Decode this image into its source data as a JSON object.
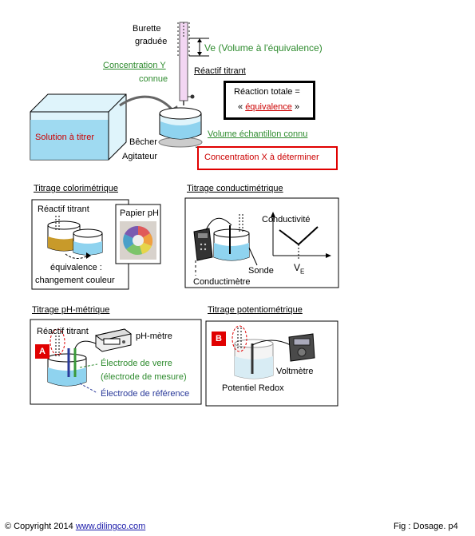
{
  "top": {
    "burette_line1": "Burette",
    "burette_line2": "graduée",
    "ve_label": "Ve (Volume à l'équivalence)",
    "concentration_y_line1": "Concentration Y",
    "concentration_y_line2": "connue",
    "reactif_titrant": "Réactif titrant",
    "reaction_line1": "Réaction totale =",
    "reaction_quote_open": "« ",
    "reaction_equivalence": "équivalence",
    "reaction_quote_close": " »",
    "solution_a_titrer": "Solution à titrer",
    "becher": "Bêcher",
    "agitateur": "Agitateur",
    "volume_echantillon": "Volume échantillon connu",
    "concentration_x": "Concentration X à déterminer"
  },
  "colorimetric": {
    "title": "Titrage colorimétrique",
    "reactif": "Réactif titrant",
    "papier_ph": "Papier pH",
    "equivalence_line1": "équivalence :",
    "equivalence_line2": "changement couleur"
  },
  "conductimetric": {
    "title": "Titrage conductimétrique",
    "conductivite": "Conductivité",
    "sonde": "Sonde",
    "conductimetre": "Conductimètre",
    "ve_main": "V",
    "ve_sub": "E"
  },
  "phmetric": {
    "title": "Titrage pH-métrique",
    "reactif": "Réactif titrant",
    "phmetre": "pH-mètre",
    "badge": "A",
    "electrode_verre_line1": "Électrode de verre",
    "electrode_verre_line2": "(électrode de mesure)",
    "electrode_reference": "Électrode de référence"
  },
  "potentiometric": {
    "title": "Titrage potentiométrique",
    "badge": "B",
    "voltmetre": "Voltmètre",
    "potentiel_redox": "Potentiel Redox"
  },
  "footer": {
    "copyright": "© Copyright 2014 ",
    "site": "www.dilingco.com",
    "fig": "Fig :  Dosage. p4"
  },
  "colors": {
    "accent_red": "#e00000",
    "green_label": "#2e8b2e",
    "blue_label": "#2a3a9a",
    "liquid": "#8fd3ef"
  }
}
